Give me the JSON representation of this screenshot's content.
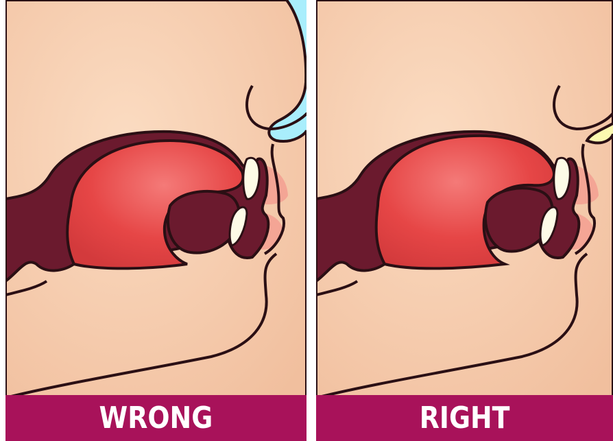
{
  "panels": [
    {
      "id": "wrong",
      "label": "WRONG",
      "background_color": "#a9eefc"
    },
    {
      "id": "right",
      "label": "RIGHT",
      "background_color": "#fbf9b0"
    }
  ],
  "colors": {
    "skin": "#f8ceb0",
    "tongue": "#e84848",
    "mouth_cavity": "#6b1a2e",
    "lips": "#f4a595",
    "label_bar": "#a8125a",
    "teeth": "#fdfbe7"
  }
}
